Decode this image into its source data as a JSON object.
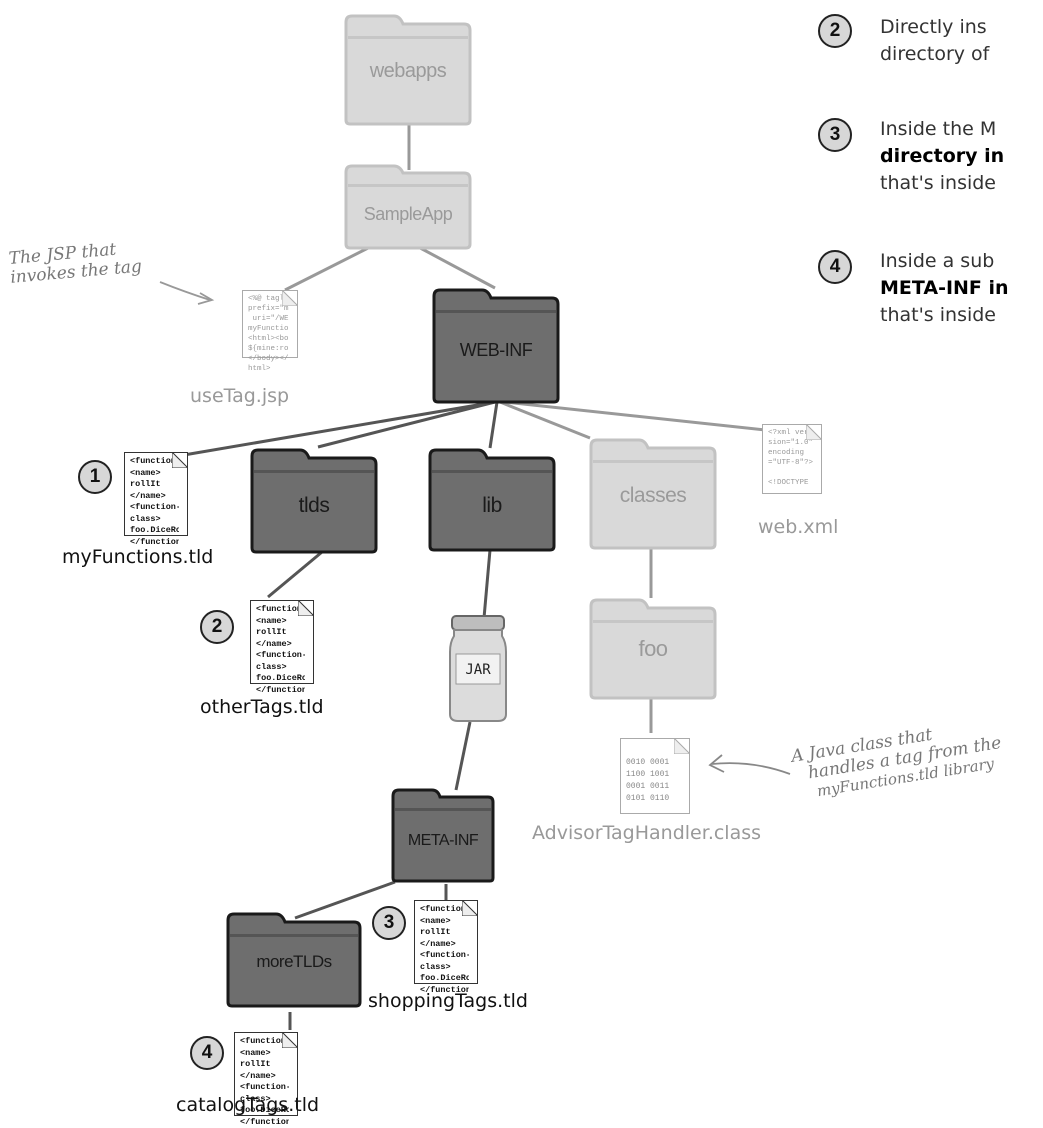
{
  "folders": {
    "webapps": "webapps",
    "sampleapp": "SampleApp",
    "webinf": "WEB-INF",
    "tlds": "tlds",
    "lib": "lib",
    "classes": "classes",
    "foo": "foo",
    "metainf": "META-INF",
    "moretlds": "moreTLDs"
  },
  "jar_label": "JAR",
  "files": {
    "usetag": {
      "name": "useTag.jsp",
      "text": "<%@ taglib\nprefix=\"mine\"\n uri=\"/WEB-INF/\nmyFunctions.tld\"%>\n<html><body>\n${mine:rollIt()}\n</body></\nhtml>"
    },
    "myfunctions": {
      "name": "myFunctions.tld",
      "text": "<function\n<name>\nrollIt\n</name>\n<function-\nclass>\nfoo.DiceRoller\n</function-"
    },
    "othertags": {
      "name": "otherTags.tld",
      "text": "<function\n<name>\nrollIt\n</name>\n<function-\nclass>\nfoo.DiceRoller\n</function-"
    },
    "shoppingtags": {
      "name": "shoppingTags.tld",
      "text": "<function\n<name>\nrollIt\n</name>\n<function-\nclass>\nfoo.DiceRoller\n</function-"
    },
    "catalogtags": {
      "name": "catalogTags.tld",
      "text": "<function\n<name>\nrollIt\n</name>\n<function-\nclass>\nfoo.DiceRoller\n</function-"
    },
    "webxml": {
      "name": "web.xml",
      "text": "<?xml ver\nsion=\"1.0\"\nencoding\n=\"UTF-8\"?>\n\n<!DOCTYPE"
    },
    "handler": {
      "name": "AdvisorTagHandler.class",
      "text": "0010 0001\n1100 1001\n0001 0011\n0101 0110"
    }
  },
  "badges": {
    "b1": "1",
    "b2": "2",
    "b3": "3",
    "b4": "4"
  },
  "notes": {
    "n2": {
      "badge": "2",
      "line1": "Directly ins",
      "line2": "directory of"
    },
    "n3": {
      "badge": "3",
      "line1": "Inside the M",
      "line2": "directory in",
      "line3": "that's inside"
    },
    "n4": {
      "badge": "4",
      "line1": "Inside a sub",
      "line2": "META-INF in",
      "line3": "that's inside"
    }
  },
  "handwritten": {
    "jsp_note_line1": "The JSP that",
    "jsp_note_line2": "invokes the tag",
    "class_note_line1": "A Java class that",
    "class_note_line2": "handles a tag from the",
    "class_note_line3": "myFunctions.tld library"
  },
  "colors": {
    "dark_folder": "#6e6e6e",
    "light_folder": "#d9d9d9",
    "badge_fill": "#d7d7d7"
  }
}
